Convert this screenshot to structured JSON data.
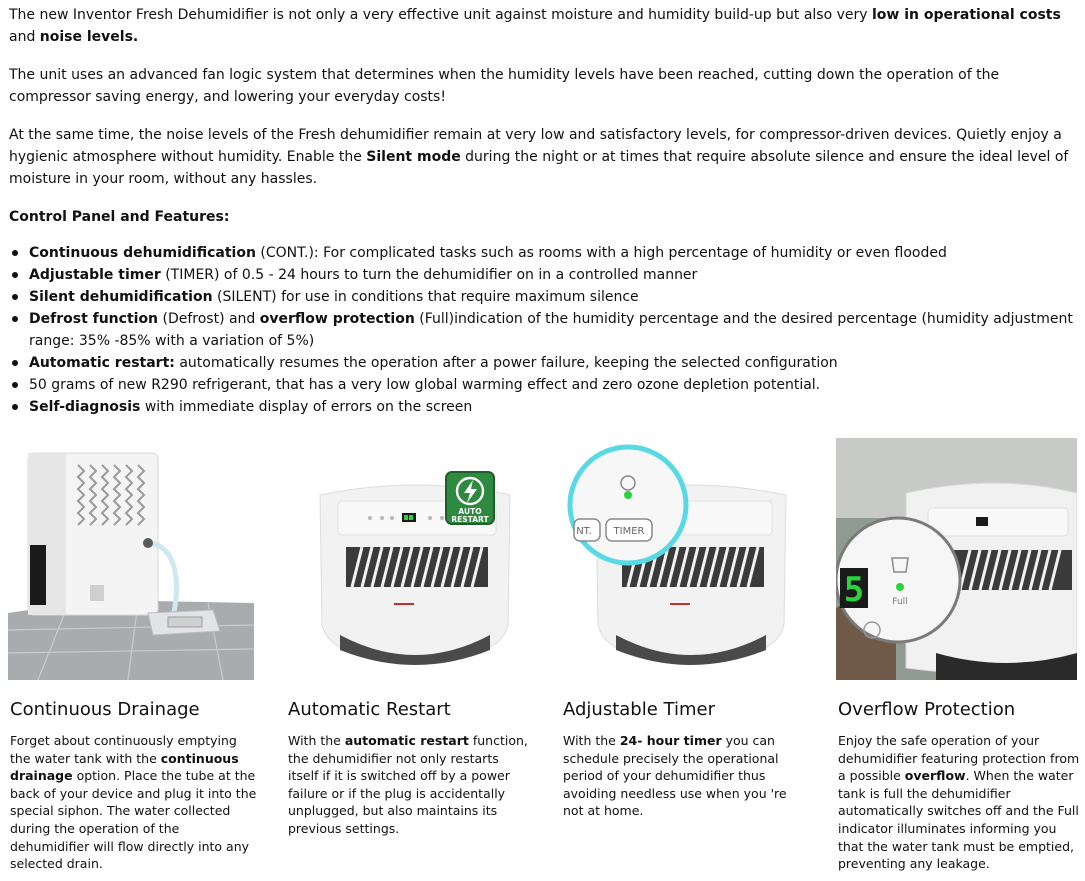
{
  "intro": {
    "p1": {
      "a": "The new Inventor Fresh Dehumidifier is not only a very effective unit against moisture and humidity build-up but also very ",
      "b": "low in operational costs",
      "c": " and ",
      "d": "noise levels."
    },
    "p2": "The unit uses an advanced fan logic system that determines when the humidity levels have been reached, cutting down the operation of the compressor saving energy, and lowering your everyday costs!",
    "p3": {
      "a": "At the same time, the noise levels of the Fresh dehumidifier remain at very low and satisfactory levels, for compressor-driven devices. Quietly enjoy a hygienic atmosphere without humidity. Enable the ",
      "b": "Silent mode",
      "c": " during the night or at times that require absolute silence and ensure the ideal level of moisture in your room, without any hassles."
    },
    "control_title": "Control Panel and Features:"
  },
  "features": [
    {
      "bold": "Continuous dehumidification",
      "text": " (CONT.): For complicated tasks such as rooms with a high percentage of humidity or even flooded"
    },
    {
      "bold": "Adjustable timer",
      "text": " (TIMER) of 0.5 - 24 hours to turn the dehumidifier on in a controlled manner"
    },
    {
      "bold": "Silent dehumidification",
      "text": " (SILENT) for use in conditions that require maximum silence"
    },
    {
      "bold": "Defrost function",
      "text": " (Defrost) and ",
      "bold2": "overflow protection",
      "text2": " (Full)indication of the humidity percentage and the desired percentage (humidity adjustment range: 35% -85% with a variation of 5%)"
    },
    {
      "bold": "Automatic restart:",
      "text": " automatically resumes the operation after a power failure, keeping the selected configuration"
    },
    {
      "bold": "",
      "text": "50 grams of new R290 refrigerant, that has a very low global warming effect and zero ozone depletion potential."
    },
    {
      "bold": "Self-diagnosis",
      "text": " with immediate display of errors on the screen"
    }
  ],
  "image_labels": {
    "auto_badge_line1": "AUTO",
    "auto_badge_line2": "RESTART",
    "timer_cont": "NT.",
    "timer_label": "TIMER",
    "digit": "5",
    "full_label": "Full"
  },
  "columns": [
    {
      "title": "Continuous Drainage",
      "body": [
        {
          "t": "Forget about continuously emptying the water tank with the "
        },
        {
          "t": "continuous drainage",
          "b": true
        },
        {
          "t": " option. Place the tube at the back of your device and plug it into the special siphon. The water collected during the operation of the dehumidifier will flow directly into any selected drain."
        }
      ]
    },
    {
      "title": "Automatic Restart",
      "body": [
        {
          "t": "With the "
        },
        {
          "t": "automatic restart",
          "b": true
        },
        {
          "t": " function, the dehumidifier not only restarts itself if it is switched off by a power failure or if the plug is accidentally unplugged, but also maintains its previous settings."
        }
      ]
    },
    {
      "title": "Adjustable Timer",
      "body": [
        {
          "t": "With the "
        },
        {
          "t": "24- hour timer",
          "b": true
        },
        {
          "t": " you can schedule precisely the operational period of your dehumidifier thus avoiding needless use when you 're not at home."
        }
      ]
    },
    {
      "title": "Overflow Protection",
      "body": [
        {
          "t": "Enjoy the safe operation of your dehumidifier featuring protection from a possible "
        },
        {
          "t": "overflow",
          "b": true
        },
        {
          "t": ". When the water tank is full the dehumidifier automatically switches off and the Full indicator illuminates informing you that the water tank must be emptied, preventing any leakage."
        }
      ]
    }
  ],
  "colors": {
    "text": "#111111",
    "badge": "#2e8a3f",
    "led": "#2bd23c",
    "ring": "#58d9e6"
  }
}
